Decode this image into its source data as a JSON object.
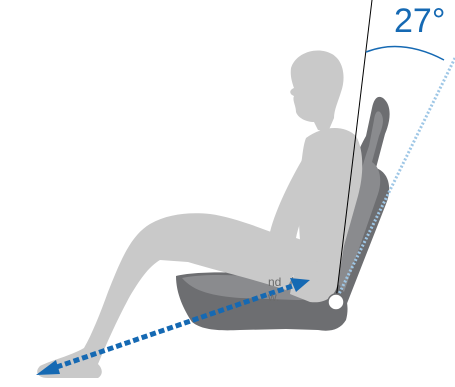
{
  "angle": {
    "value_degrees": 27,
    "label": "27°"
  },
  "cropped_text": {
    "line1": "nd",
    "line2": "w."
  },
  "colors": {
    "accent_blue": "#1569b3",
    "light_blue": "#9fc7e6",
    "silhouette": "#c9c9c9",
    "seat_dark": "#6d6e71",
    "seat_light": "#8a8b8e",
    "text_gray": "#6b6b6b"
  }
}
